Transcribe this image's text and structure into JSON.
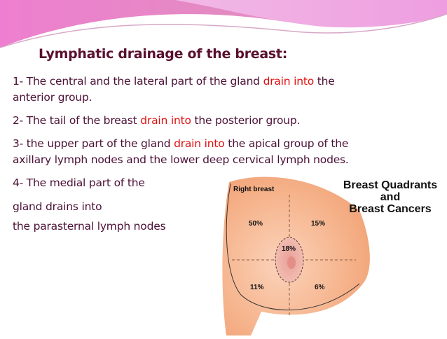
{
  "title": "Lymphatic drainage of the breast:",
  "points": [
    {
      "a": "1- The central and the lateral part of the gland ",
      "red": "drain into",
      "b": " the",
      "c": "anterior group."
    },
    {
      "a": "2- The tail of the breast ",
      "red": "drain into",
      "b": " the posterior group."
    },
    {
      "a": "3- the upper part of the gland ",
      "red": "drain into",
      "b": " the apical group of the",
      "c": "axillary lymph nodes and the lower deep cervical lymph nodes."
    },
    {
      "a": "4- The medial part of the",
      "b": " gland drains into",
      "c": "the parasternal lymph nodes"
    }
  ],
  "figure": {
    "label": "Right breast",
    "heading1": "Breast Quadrants",
    "heading2": "and",
    "heading3": "Breast Cancers",
    "upper_outer": "50%",
    "upper_inner": "15%",
    "central": "18%",
    "lower_outer": "11%",
    "lower_inner": "6%"
  },
  "colors": {
    "accent": "#e01010",
    "text": "#4b1036",
    "banner": "#e88ccf"
  }
}
